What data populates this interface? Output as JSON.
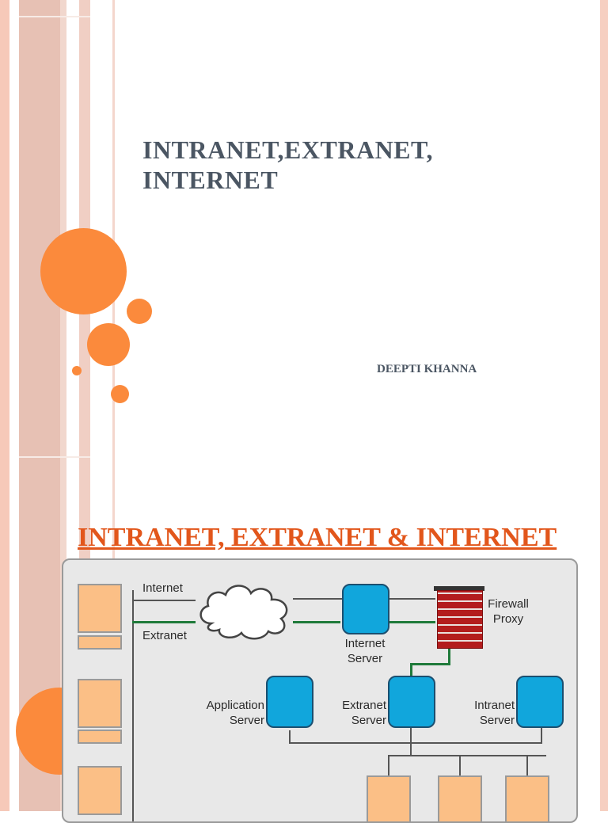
{
  "slide1": {
    "title_line1": "INTRANET,EXTRANET,",
    "title_line2": "INTERNET",
    "author": "DEEPTI KHANNA"
  },
  "slide2": {
    "heading": "INTRANET, EXTRANET & INTERNET",
    "diagram": {
      "internet_label": "Internet",
      "extranet_label": "Extranet",
      "internet_server_line1": "Internet",
      "internet_server_line2": "Server",
      "firewall_line1": "Firewall",
      "firewall_line2": "Proxy",
      "application_server_line1": "Application",
      "application_server_line2": "Server",
      "extranet_server_line1": "Extranet",
      "extranet_server_line2": "Server",
      "intranet_server_line1": "Intranet",
      "intranet_server_line2": "Server"
    }
  },
  "colors": {
    "accent_orange": "#fb8a3c",
    "title_gray": "#4b5663",
    "heading_orange": "#e2561b",
    "server_blue": "#11a6dc",
    "pc_peach": "#fbbf86",
    "firewall_red": "#b31d1d"
  }
}
